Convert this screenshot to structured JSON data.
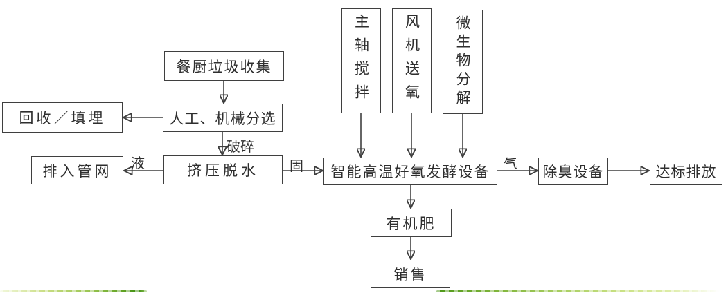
{
  "diagram": {
    "type": "flowchart",
    "description_names": {
      "language": "zh-CN"
    }
  },
  "nodes": {
    "collect": {
      "label": "餐厨垃圾收集"
    },
    "recycle": {
      "label": "回收／填埋"
    },
    "sorting": {
      "label": "人工、机械分选"
    },
    "pipe": {
      "label": "排入管网"
    },
    "dewater": {
      "label": "挤压脱水"
    },
    "spindle": {
      "label": "主轴搅拌"
    },
    "fan": {
      "label": "风机送氧"
    },
    "microbe": {
      "label": "微生物分解"
    },
    "ferment": {
      "label": "智能高温好氧发酵设备"
    },
    "deodor": {
      "label": "除臭设备"
    },
    "discharge": {
      "label": "达标排放"
    },
    "fert": {
      "label": "有机肥"
    },
    "sale": {
      "label": "销售"
    }
  },
  "edge_labels": {
    "crushing": "破碎",
    "liquid": "液",
    "solid": "固",
    "gas": "气"
  },
  "flow": [
    "餐厨垃圾收集 → 人工、机械分选",
    "人工、机械分选 → 回收／填埋",
    "人工、机械分选 →(破碎) 挤压脱水",
    "挤压脱水 →(液) 排入管网",
    "挤压脱水 →(固) 智能高温好氧发酵设备",
    "主轴搅拌 → 智能高温好氧发酵设备",
    "风机送氧 → 智能高温好氧发酵设备",
    "微生物分解 → 智能高温好氧发酵设备",
    "智能高温好氧发酵设备 →(气) 除臭设备",
    "除臭设备 → 达标排放",
    "智能高温好氧发酵设备 → 有机肥",
    "有机肥 → 销售"
  ],
  "colors": {
    "line": "#3f3f3f",
    "box_background": "#ffffff",
    "deco_green_dark": "#3f8f12",
    "deco_green_light": "#ddeca6"
  }
}
